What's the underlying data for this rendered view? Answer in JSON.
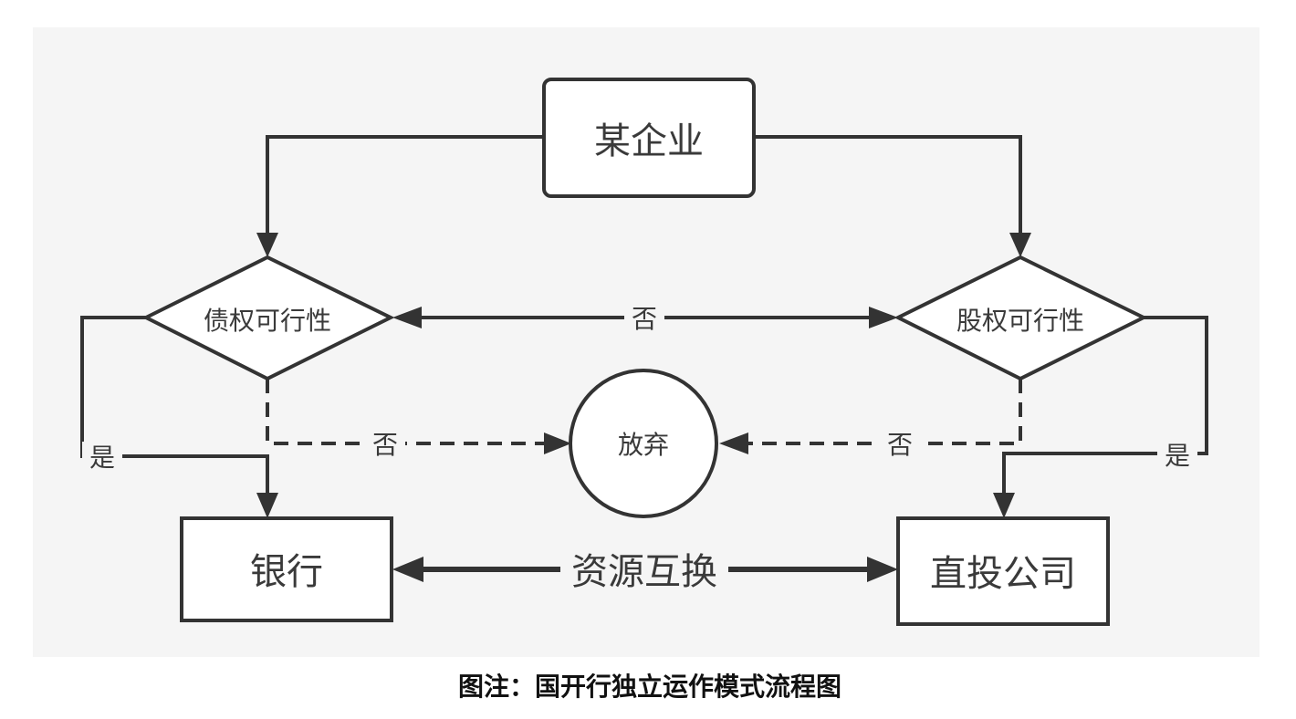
{
  "diagram": {
    "nodes": {
      "enterprise": "某企业",
      "debt_feasibility": "债权可行性",
      "equity_feasibility": "股权可行性",
      "abandon": "放弃",
      "bank": "银行",
      "direct_invest": "直投公司"
    },
    "edge_labels": {
      "no_between": "否",
      "no_left": "否",
      "no_right": "否",
      "yes_left": "是",
      "yes_right": "是",
      "resource_exchange": "资源互换"
    }
  },
  "caption": "图注：国开行独立运作模式流程图"
}
